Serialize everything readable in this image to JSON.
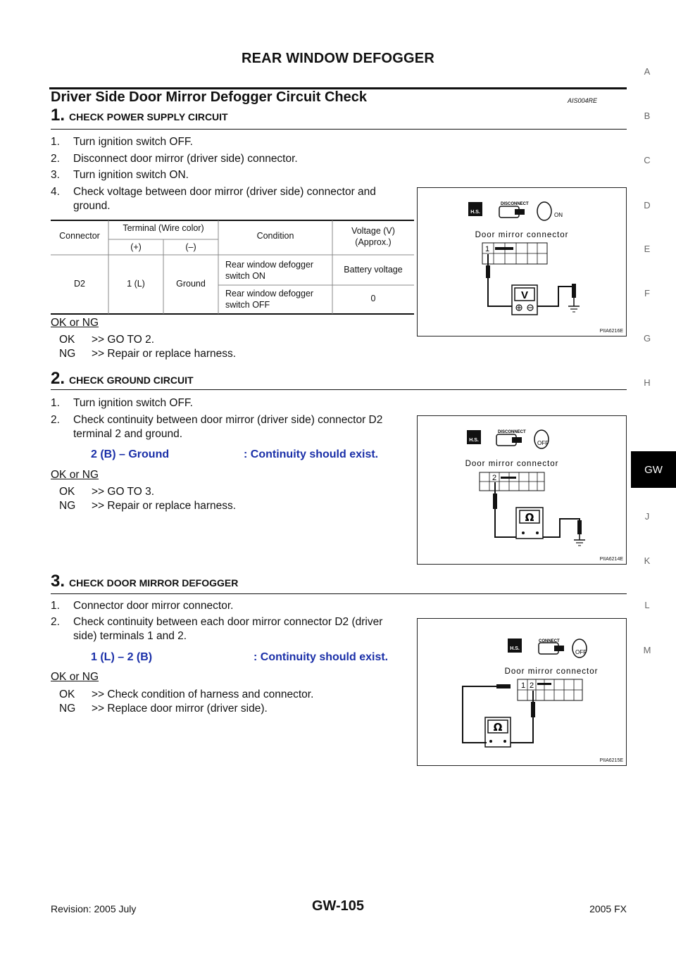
{
  "page_title": "REAR WINDOW DEFOGGER",
  "section": {
    "title": "Driver Side Door Mirror Defogger Circuit Check",
    "code": "AIS004RE"
  },
  "steps": [
    {
      "num": "1.",
      "title": "CHECK POWER SUPPLY CIRCUIT",
      "items": [
        {
          "n": "1.",
          "text": "Turn ignition switch OFF."
        },
        {
          "n": "2.",
          "text": "Disconnect door mirror (driver side) connector."
        },
        {
          "n": "3.",
          "text": "Turn ignition switch ON."
        },
        {
          "n": "4.",
          "text": "Check voltage between door mirror (driver side) connector and",
          "cont": "ground."
        }
      ],
      "table": {
        "h_connector": "Connector",
        "h_terminal": "Terminal (Wire color)",
        "h_plus": "(+)",
        "h_minus": "(–)",
        "h_condition": "Condition",
        "h_voltage": "Voltage (V)",
        "h_approx": "(Approx.)",
        "connector": "D2",
        "plus": "1 (L)",
        "minus": "Ground",
        "cond1a": "Rear window defogger",
        "cond1b": "switch ON",
        "volt1": "Battery voltage",
        "cond2a": "Rear window defogger",
        "cond2b": "switch OFF",
        "volt2": "0"
      },
      "okng": "OK or NG",
      "ok_key": "OK",
      "ok_text": ">> GO TO 2.",
      "ng_key": "NG",
      "ng_text": ">> Repair or replace harness.",
      "figure": {
        "hs": "H.S.",
        "action": "DISCONNECT",
        "switch": "ON",
        "label": "Door mirror connector",
        "terminal": "1",
        "meter": "V",
        "code": "PIIA6216E"
      }
    },
    {
      "num": "2.",
      "title": "CHECK GROUND CIRCUIT",
      "items": [
        {
          "n": "1.",
          "text": "Turn ignition switch OFF."
        },
        {
          "n": "2.",
          "text": "Check continuity between door mirror (driver side) connector D2",
          "cont": "terminal 2 and ground."
        }
      ],
      "spec_left": "2 (B) – Ground",
      "spec_right": ": Continuity should exist.",
      "okng": "OK or NG",
      "ok_key": "OK",
      "ok_text": ">> GO TO 3.",
      "ng_key": "NG",
      "ng_text": ">> Repair or replace harness.",
      "figure": {
        "hs": "H.S.",
        "action": "DISCONNECT",
        "switch": "OFF",
        "label": "Door mirror connector",
        "terminal": "2",
        "meter": "Ω",
        "code": "PIIA6214E"
      }
    },
    {
      "num": "3.",
      "title": "CHECK DOOR MIRROR DEFOGGER",
      "items": [
        {
          "n": "1.",
          "text": "Connector door mirror connector."
        },
        {
          "n": "2.",
          "text": "Check continuity between each door mirror connector D2 (driver",
          "cont": "side) terminals 1 and 2."
        }
      ],
      "spec_left": "1 (L) – 2 (B)",
      "spec_right": ": Continuity should exist.",
      "okng": "OK or NG",
      "ok_key": "OK",
      "ok_text": ">> Check condition of harness and connector.",
      "ng_key": "NG",
      "ng_text": ">> Replace door mirror (driver side).",
      "figure": {
        "hs": "H.S.",
        "action": "CONNECT",
        "switch": "OFF",
        "label": "Door mirror connector",
        "terminal_a": "1",
        "terminal_b": "2",
        "meter": "Ω",
        "code": "PIIA6215E"
      }
    }
  ],
  "sidebar": [
    "A",
    "B",
    "C",
    "D",
    "E",
    "F",
    "G",
    "H",
    "J",
    "K",
    "L",
    "M"
  ],
  "sidebar_active": "GW",
  "footer": {
    "left": "Revision: 2005 July",
    "center": "GW-105",
    "right": "2005 FX"
  }
}
